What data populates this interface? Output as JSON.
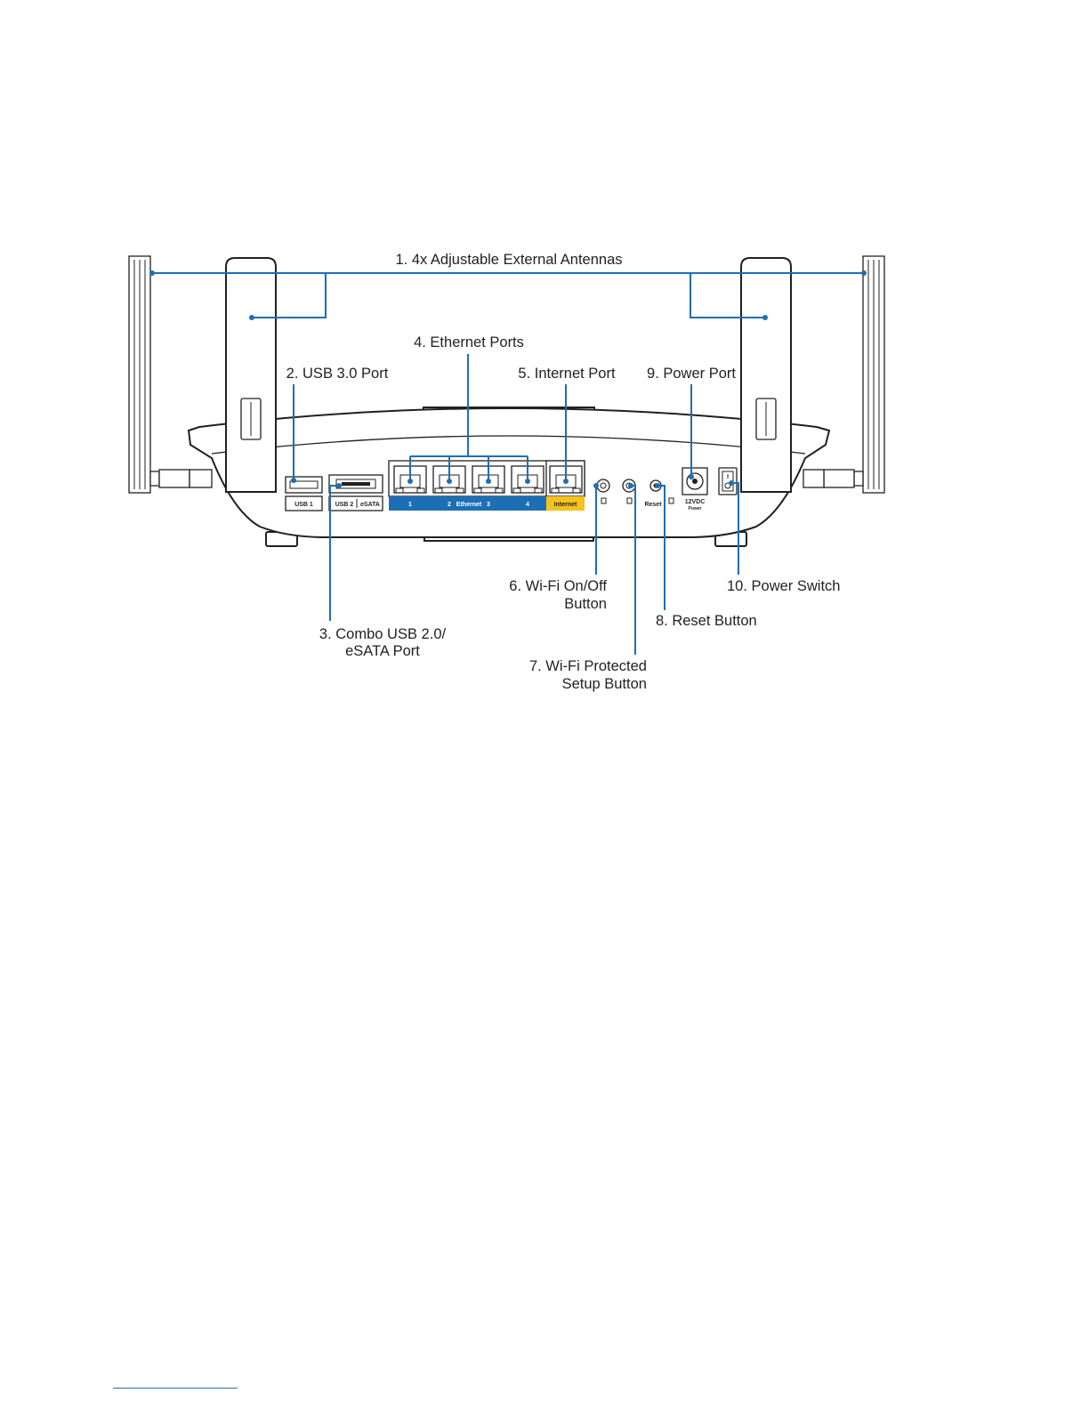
{
  "callouts": {
    "antennas": "1. 4x Adjustable External Antennas",
    "usb3": "2. USB 3.0 Port",
    "combo_line1": "3. Combo USB 2.0/",
    "combo_line2": "eSATA Port",
    "ethernet": "4. Ethernet Ports",
    "internet": "5. Internet Port",
    "wifi_line1": "6. Wi-Fi On/Off",
    "wifi_line2": "Button",
    "wps_line1": "7. Wi-Fi Protected",
    "wps_line2": "Setup Button",
    "reset": "8. Reset Button",
    "power_port": "9. Power Port",
    "power_switch": "10. Power Switch"
  },
  "panel_labels": {
    "usb1": "USB 1",
    "usb2": "USB 2",
    "esata": "eSATA",
    "eth1": "1",
    "eth2": "2",
    "ethernet": "Ethernet",
    "eth3": "3",
    "eth4": "4",
    "internet": "Internet",
    "reset": "Reset",
    "dc": "12VDC",
    "power": "Power"
  },
  "colors": {
    "leader": "#1d6fb5",
    "ethernet_band": "#1d6fb5",
    "internet_band": "#f6c21c",
    "outline": "#231f20"
  }
}
